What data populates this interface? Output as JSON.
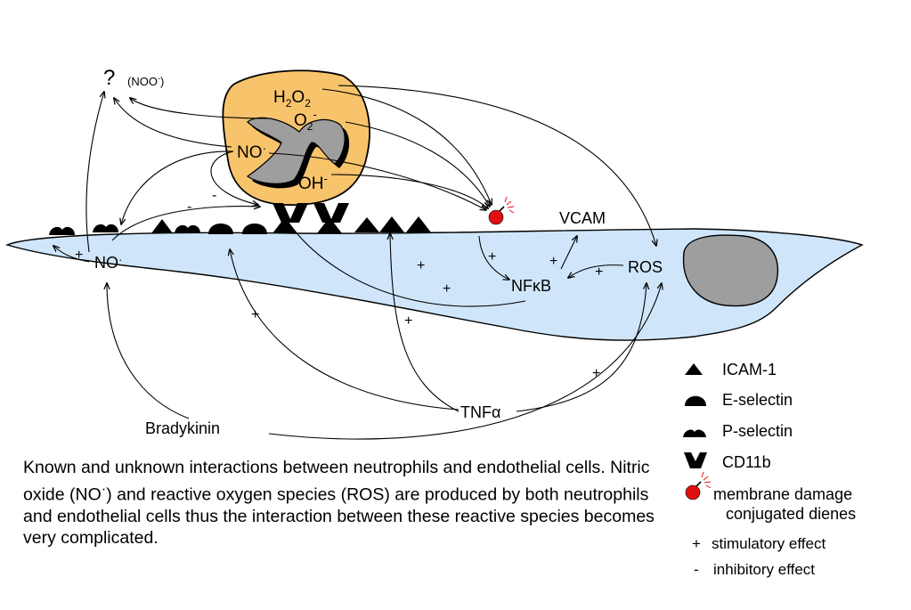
{
  "colors": {
    "neutrophil": "#f7c46c",
    "endothelium": "#cfe6fa",
    "nucleus": "#9e9e9e",
    "damage": "#e01010"
  },
  "labels": {
    "question": "?",
    "noo": "(NOO",
    "noo_sup": "-",
    "noo_close": ")",
    "h2o2_h": "H",
    "h2o2_sub1": "2",
    "h2o2_o": "O",
    "h2o2_sub2": "2",
    "o2_o": "O",
    "o2_sub": "2",
    "o2_sup": "-",
    "no_neutro": "NO",
    "no_neutro_sup": "·",
    "oh": "OH",
    "oh_sup": "-",
    "no_endo": "NO",
    "no_endo_sup": "·",
    "vcam": "VCAM",
    "nfkb": "NFκB",
    "ros": "ROS",
    "tnfa": "TNFα",
    "bradykinin": "Bradykinin"
  },
  "signs": {
    "minus_1": "-",
    "minus_2": "-",
    "plus_no": "+",
    "plus_nfkb_in": "+",
    "plus_vcam": "+",
    "plus_ros_nfkb": "+",
    "plus_tnf_cell": "+",
    "plus_tnf_nfkb": "+",
    "plus_left": "+",
    "plus_tnf_mid": "+",
    "plus_tnf_ros": "+"
  },
  "legend": {
    "icam": "ICAM-1",
    "eselectin": "E-selectin",
    "pselectin": "P-selectin",
    "cd11b": "CD11b",
    "damage_line1": "membrane damage",
    "damage_line2": "conjugated dienes",
    "stim_sign": "+",
    "stim_text": "stimulatory effect",
    "inhib_sign": "-",
    "inhib_text": "inhibitory effect"
  },
  "caption": {
    "part1": "Known and unknown interactions between neutrophils and endothelial cells.  Nitric oxide (NO",
    "sup": "·",
    "part2": ") and reactive oxygen species (ROS) are produced by both neutrophils and endothelial cells thus the interaction between these reactive species becomes very complicated."
  }
}
